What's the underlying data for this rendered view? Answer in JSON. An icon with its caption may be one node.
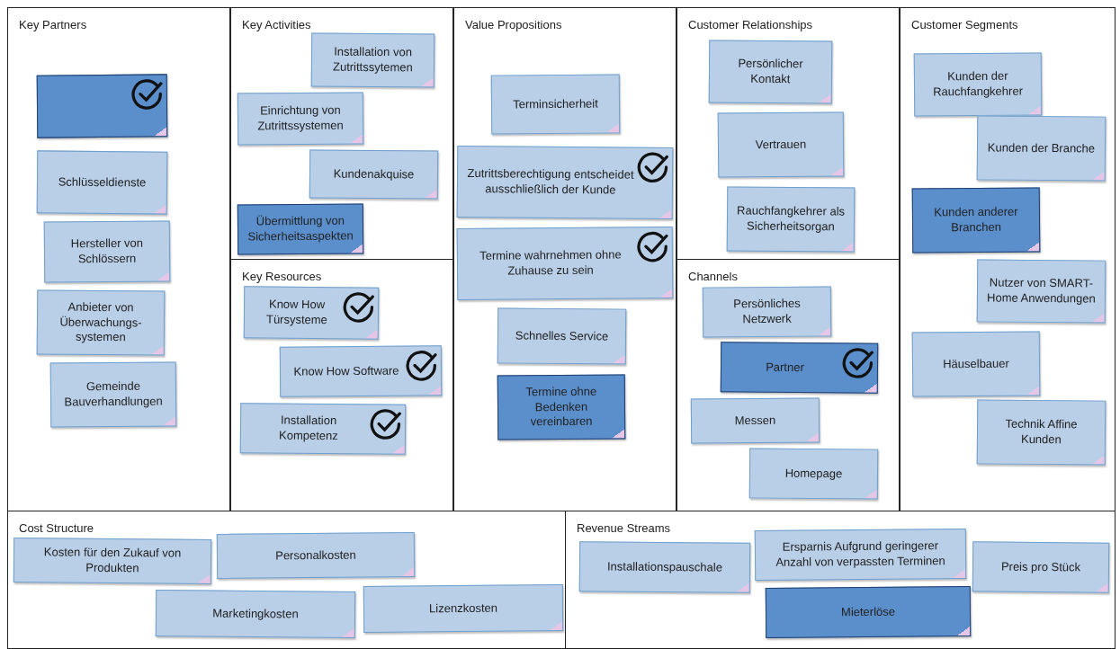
{
  "diagram": {
    "nodes": [
      {
        "text": [
          "Key Partners"
        ]
      },
      {
        "text": [],
        "shape": "box",
        "in": 0
      },
      {
        "text": [
          "Schlüsseldienste"
        ],
        "in": 0
      },
      {
        "text": [
          "Hersteller von Schlössern"
        ],
        "in": 0
      },
      {
        "text": [
          "Anbieter von Überwachungs-systemen"
        ],
        "in": 0
      },
      {
        "text": [
          "Gemeinde Bauverhandlungen"
        ],
        "in": 0
      },
      {
        "text": [
          "Key Activities"
        ]
      },
      {
        "text": [
          "Installation von Zutrittssytemen"
        ],
        "in": 6
      },
      {
        "text": [
          "Einrichtung von Zutrittssystemen"
        ],
        "in": 6
      },
      {
        "text": [
          "Kundenakquise"
        ],
        "in": 6
      },
      {
        "text": [
          "Übermittlung von Sicherheitsaspekten"
        ],
        "in": 6
      },
      {
        "text": [
          "Key Resources"
        ]
      },
      {
        "text": [
          "Know How Türsysteme"
        ],
        "in": 11
      },
      {
        "text": [
          "Know How Software"
        ],
        "in": 11
      },
      {
        "text": [
          "Installation Kompetenz"
        ],
        "in": 11
      },
      {
        "text": [
          "Value Propositions"
        ]
      },
      {
        "text": [
          "Terminsicherheit"
        ],
        "in": 15
      },
      {
        "text": [
          "Zutrittsberechtigung entscheidet ausschließlich der Kunde"
        ],
        "in": 15
      },
      {
        "text": [
          "Termine wahrnehmen ohne Zuhause zu sein"
        ],
        "in": 15
      },
      {
        "text": [
          "Schnelles Service"
        ],
        "in": 15
      },
      {
        "text": [
          "Termine ohne Bedenken vereinbaren"
        ],
        "in": 15
      },
      {
        "text": [
          "Customer Relationships"
        ]
      },
      {
        "text": [
          "Persönlicher Kontakt"
        ],
        "in": 21
      },
      {
        "text": [
          "Vertrauen"
        ],
        "in": 21
      },
      {
        "text": [
          "Rauchfangkehrer als Sicherheitsorgan"
        ],
        "in": 21
      },
      {
        "text": [
          "Channels"
        ]
      },
      {
        "text": [
          "Persönliches Netzwerk"
        ],
        "in": 25
      },
      {
        "text": [
          "Partner"
        ],
        "in": 25
      },
      {
        "text": [
          "Messen"
        ],
        "in": 25
      },
      {
        "text": [
          "Homepage"
        ],
        "in": 25
      },
      {
        "text": [
          "Customer Segments"
        ]
      },
      {
        "text": [
          "Kunden der Rauchfangkehrer"
        ],
        "in": 30
      },
      {
        "text": [
          "Kunden der Branche"
        ],
        "in": 30
      },
      {
        "text": [
          "Kunden anderer Branchen"
        ],
        "in": 30
      },
      {
        "text": [
          "Nutzer von SMART-Home Anwendungen"
        ],
        "in": 30
      },
      {
        "text": [
          "Häuselbauer"
        ],
        "in": 30
      },
      {
        "text": [
          "Technik Affine Kunden"
        ],
        "in": 30
      },
      {
        "text": [
          "Cost Structure"
        ]
      },
      {
        "text": [
          "Kosten für den Zukauf von Produkten"
        ],
        "in": 37
      },
      {
        "text": [
          "Personalkosten"
        ],
        "in": 37
      },
      {
        "text": [
          "Marketingkosten"
        ],
        "in": 37
      },
      {
        "text": [
          "Lizenzkosten"
        ],
        "in": 37
      },
      {
        "text": [
          "Revenue Streams"
        ]
      },
      {
        "text": [
          "Installationspauschale"
        ],
        "in": 42
      },
      {
        "text": [
          "Ersparnis Aufgrund geringerer Anzahl von verpassten Terminen"
        ],
        "in": 42
      },
      {
        "text": [
          "Preis pro Stück"
        ],
        "in": 42
      },
      {
        "text": [
          "Mieterlöse"
        ],
        "in": 42
      }
    ]
  }
}
